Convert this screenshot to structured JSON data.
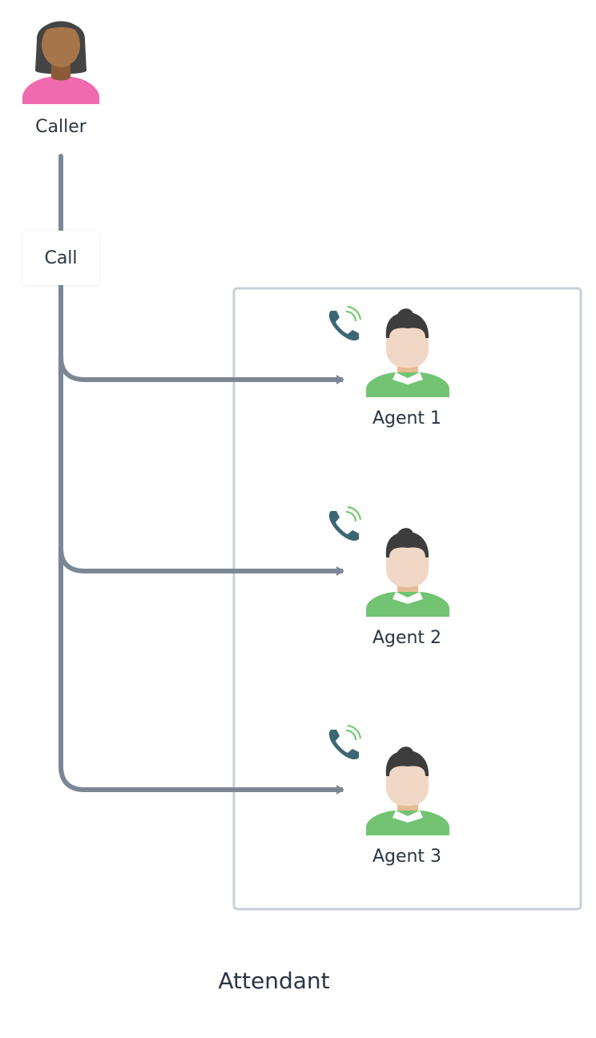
{
  "caller": {
    "label": "Caller"
  },
  "flow": {
    "call_label": "Call"
  },
  "attendant_group": {
    "label": "Attendant",
    "agents": [
      {
        "label": "Agent 1"
      },
      {
        "label": "Agent 2"
      },
      {
        "label": "Agent 3"
      }
    ]
  },
  "colors": {
    "line": "#7b8794",
    "group_border": "#c8d0d8",
    "caller_shirt": "#f06aaf",
    "caller_skin": "#a6754a",
    "caller_hair": "#444444",
    "agent_shirt": "#72c472",
    "agent_skin": "#f1d8c6",
    "agent_hair": "#3d3d3d",
    "phone": "#3d6675",
    "phone_waves": "#66c866",
    "text": "#2a3442"
  }
}
